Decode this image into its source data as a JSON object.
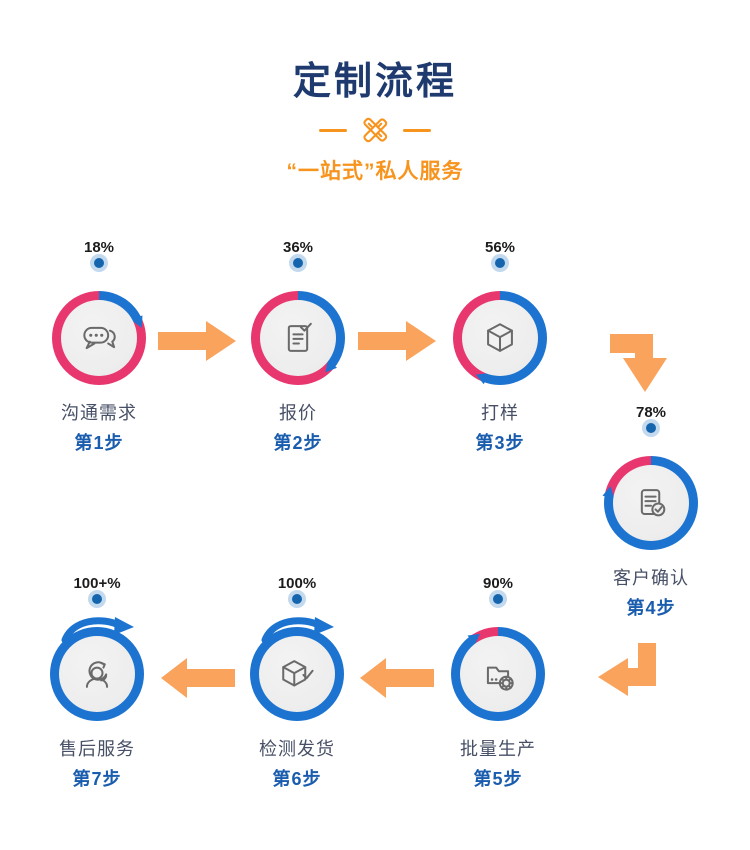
{
  "header": {
    "title": "定制流程",
    "subtitle": "“一站式”私人服务",
    "divider_icon": "crossed-pencil-ruler-icon"
  },
  "colors": {
    "title_navy": "#1E3A6E",
    "accent_orange": "#F7941E",
    "arrow_orange": "#F9A35C",
    "ring_track_pink": "#E8366E",
    "ring_progress_blue": "#1C74D0",
    "step_number_blue": "#1A5CAD",
    "step_name_gray": "#475066",
    "dot_halo": "#C3D9EE",
    "dot_core": "#1565AE",
    "icon_gray": "#6A6A6A"
  },
  "steps": [
    {
      "percent_label": "18%",
      "percent_value": 18,
      "name": "沟通需求",
      "step_label": "第1步",
      "icon": "chat-bubbles-icon"
    },
    {
      "percent_label": "36%",
      "percent_value": 36,
      "name": "报价",
      "step_label": "第2步",
      "icon": "document-check-icon"
    },
    {
      "percent_label": "56%",
      "percent_value": 56,
      "name": "打样",
      "step_label": "第3步",
      "icon": "cube-sample-icon"
    },
    {
      "percent_label": "78%",
      "percent_value": 78,
      "name": "客户确认",
      "step_label": "第4步",
      "icon": "document-confirm-icon"
    },
    {
      "percent_label": "90%",
      "percent_value": 90,
      "name": "批量生产",
      "step_label": "第5步",
      "icon": "factory-gear-icon"
    },
    {
      "percent_label": "100%",
      "percent_value": 100,
      "name": "检测发货",
      "step_label": "第6步",
      "icon": "box-check-icon"
    },
    {
      "percent_label": "100+%",
      "percent_value": 100,
      "name": "售后服务",
      "step_label": "第7步",
      "icon": "headset-agent-icon"
    }
  ],
  "flow": {
    "direction_row1": "left-to-right",
    "direction_row2": "right-to-left",
    "arrow_shapes": [
      "right",
      "right",
      "elbow-down",
      "elbow-left",
      "left",
      "left"
    ]
  }
}
